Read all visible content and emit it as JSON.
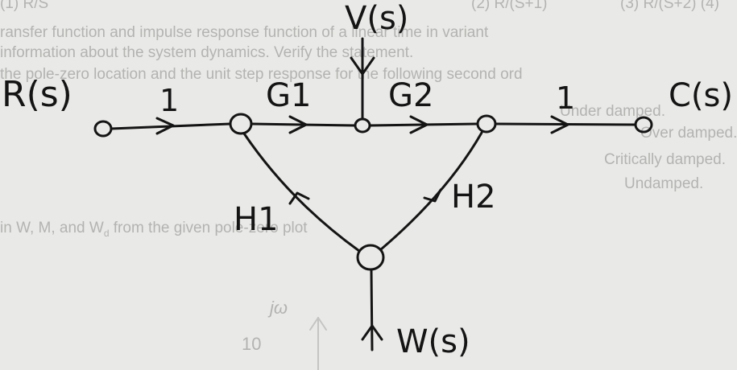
{
  "background_text": {
    "top_fragment": "(1)  R/S",
    "top_fragment_2": "(2)  R/(S+1)",
    "top_fragment_3": "(3)  R/(S+2)  (4)",
    "line_1": "ransfer function and impulse response function of a linear time in variant",
    "line_2": "information about the system dynamics. Verify the statement.",
    "line_3": "the pole-zero location and the unit step response for the following second ord",
    "line_4": "Under damped.",
    "line_5": "Over damped.",
    "line_6": "Critically damped.",
    "line_7": "Undamped.",
    "line_8": "in W, M, and W",
    "line_8_sub": "d",
    "line_8_rest": " from the given pole-zero plot",
    "axis_label": "jω",
    "axis_tick": "10"
  },
  "diagram": {
    "input_label": "R(s)",
    "output_label": "C(s)",
    "disturbance_v": "V(s)",
    "disturbance_w": "W(s)",
    "gain_in": "1",
    "gain_g1": "G1",
    "gain_g2": "G2",
    "gain_out": "1",
    "gain_h1": "H1",
    "gain_h2": "H2"
  },
  "colors": {
    "paper": "#e9e9e7",
    "ink": "#141414",
    "faded_print": "#b3b3b1"
  }
}
